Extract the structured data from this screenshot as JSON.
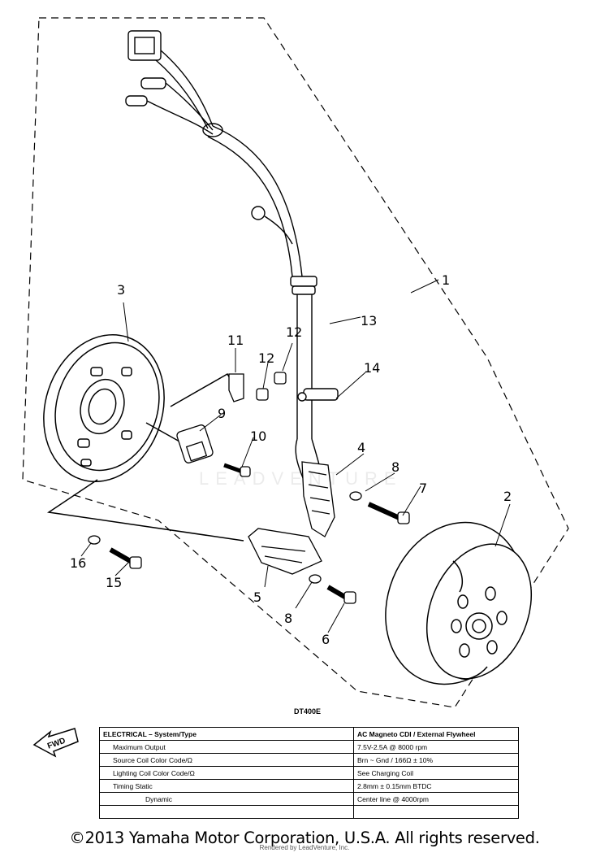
{
  "diagram": {
    "model_code": "DT400E",
    "fwd_label": "FWD",
    "watermark": "LEADVENTURE",
    "callouts": [
      "1",
      "2",
      "3",
      "4",
      "5",
      "6",
      "7",
      "8",
      "8",
      "9",
      "10",
      "11",
      "12",
      "12",
      "13",
      "14",
      "15",
      "16"
    ]
  },
  "spec_table": {
    "header": {
      "label": "ELECTRICAL – System/Type",
      "value": "AC Magneto CDI / External Flywheel"
    },
    "rows": [
      {
        "label": "Maximum Output",
        "value": "7.5V-2.5A @ 8000 rpm"
      },
      {
        "label": "Source Coil Color Code/Ω",
        "value": "Brn ~ Gnd / 166Ω ± 10%"
      },
      {
        "label": "Lighting Coil Color Code/Ω",
        "value": "See Charging Coil"
      },
      {
        "label": "Timing  Static",
        "value": "2.8mm ± 0.15mm BTDC"
      },
      {
        "label": "Dynamic",
        "value": "Center line @ 4000rpm"
      },
      {
        "label": "",
        "value": ""
      }
    ]
  },
  "footer": {
    "copyright": "©2013 Yamaha Motor Corporation, U.S.A. All rights reserved.",
    "rendered_by": "Rendered by LeadVenture, Inc."
  }
}
